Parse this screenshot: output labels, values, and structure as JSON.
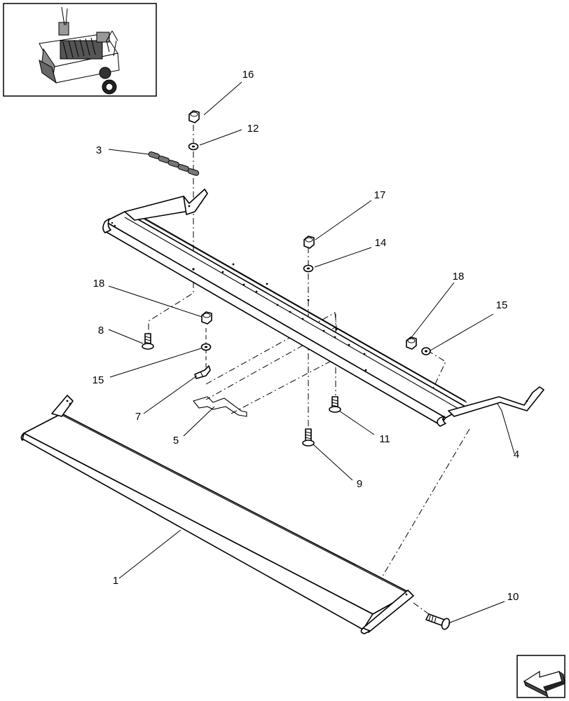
{
  "callouts": [
    {
      "id": "c1",
      "label": "1"
    },
    {
      "id": "c3",
      "label": "3"
    },
    {
      "id": "c4",
      "label": "4"
    },
    {
      "id": "c5",
      "label": "5"
    },
    {
      "id": "c7",
      "label": "7"
    },
    {
      "id": "c8",
      "label": "8"
    },
    {
      "id": "c9",
      "label": "9"
    },
    {
      "id": "c10",
      "label": "10"
    },
    {
      "id": "c11",
      "label": "11"
    },
    {
      "id": "c12",
      "label": "12"
    },
    {
      "id": "c14",
      "label": "14"
    },
    {
      "id": "c15a",
      "label": "15"
    },
    {
      "id": "c15b",
      "label": "15"
    },
    {
      "id": "c16",
      "label": "16"
    },
    {
      "id": "c17",
      "label": "17"
    },
    {
      "id": "c18a",
      "label": "18"
    },
    {
      "id": "c18b",
      "label": "18"
    }
  ],
  "icons": {
    "thumbnail": "machine-overview-thumbnail",
    "navigation": "return-arrow-icon"
  }
}
